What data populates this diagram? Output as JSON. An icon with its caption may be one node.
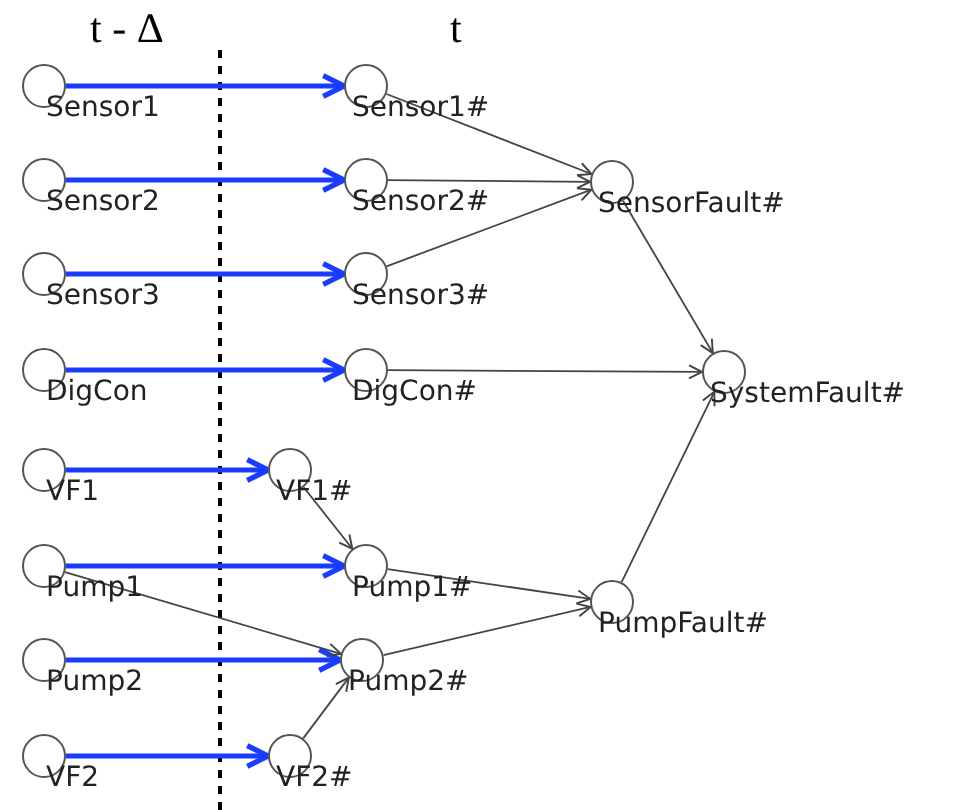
{
  "diagram": {
    "nodes": [
      {
        "text": [
          "Sensor1"
        ]
      },
      {
        "text": [
          "Sensor2"
        ]
      },
      {
        "text": [
          "Sensor3"
        ]
      },
      {
        "text": [
          "DigCon"
        ]
      },
      {
        "text": [
          "VF1"
        ]
      },
      {
        "text": [
          "Pump1"
        ]
      },
      {
        "text": [
          "Pump2"
        ]
      },
      {
        "text": [
          "VF2"
        ]
      },
      {
        "text": [
          "Sensor1#"
        ]
      },
      {
        "text": [
          "Sensor2#"
        ]
      },
      {
        "text": [
          "Sensor3#"
        ]
      },
      {
        "text": [
          "DigCon#"
        ]
      },
      {
        "text": [
          "VF1#"
        ]
      },
      {
        "text": [
          "Pump1#"
        ]
      },
      {
        "text": [
          "Pump2#"
        ]
      },
      {
        "text": [
          "VF2#"
        ]
      },
      {
        "text": [
          "SensorFault#"
        ]
      },
      {
        "text": [
          "SystemFault#"
        ]
      },
      {
        "text": [
          "PumpFault#"
        ]
      }
    ],
    "edges": [
      {
        "from": 0,
        "to": 8,
        "arrow": "to",
        "style": "thick",
        "color": "#1a3cff"
      },
      {
        "from": 1,
        "to": 9,
        "arrow": "to",
        "style": "thick",
        "color": "#1a3cff"
      },
      {
        "from": 2,
        "to": 10,
        "arrow": "to",
        "style": "thick",
        "color": "#1a3cff"
      },
      {
        "from": 3,
        "to": 11,
        "arrow": "to",
        "style": "thick",
        "color": "#1a3cff"
      },
      {
        "from": 4,
        "to": 12,
        "arrow": "to",
        "style": "thick",
        "color": "#1a3cff"
      },
      {
        "from": 5,
        "to": 13,
        "arrow": "to",
        "style": "thick",
        "color": "#1a3cff"
      },
      {
        "from": 6,
        "to": 14,
        "arrow": "to",
        "style": "thick",
        "color": "#1a3cff"
      },
      {
        "from": 7,
        "to": 15,
        "arrow": "to",
        "style": "thick",
        "color": "#1a3cff"
      },
      {
        "from": 8,
        "to": 16,
        "arrow": "to"
      },
      {
        "from": 9,
        "to": 16,
        "arrow": "to"
      },
      {
        "from": 10,
        "to": 16,
        "arrow": "to"
      },
      {
        "from": 11,
        "to": 17,
        "arrow": "to"
      },
      {
        "from": 16,
        "to": 17,
        "arrow": "to"
      },
      {
        "from": 12,
        "to": 13,
        "arrow": "to"
      },
      {
        "from": 5,
        "to": 14,
        "arrow": "to"
      },
      {
        "from": 15,
        "to": 14,
        "arrow": "to"
      },
      {
        "from": 13,
        "to": 18,
        "arrow": "to"
      },
      {
        "from": 14,
        "to": 18,
        "arrow": "to"
      },
      {
        "from": 18,
        "to": 17,
        "arrow": "to"
      }
    ],
    "labels": [
      "t - Δ",
      "t"
    ]
  }
}
